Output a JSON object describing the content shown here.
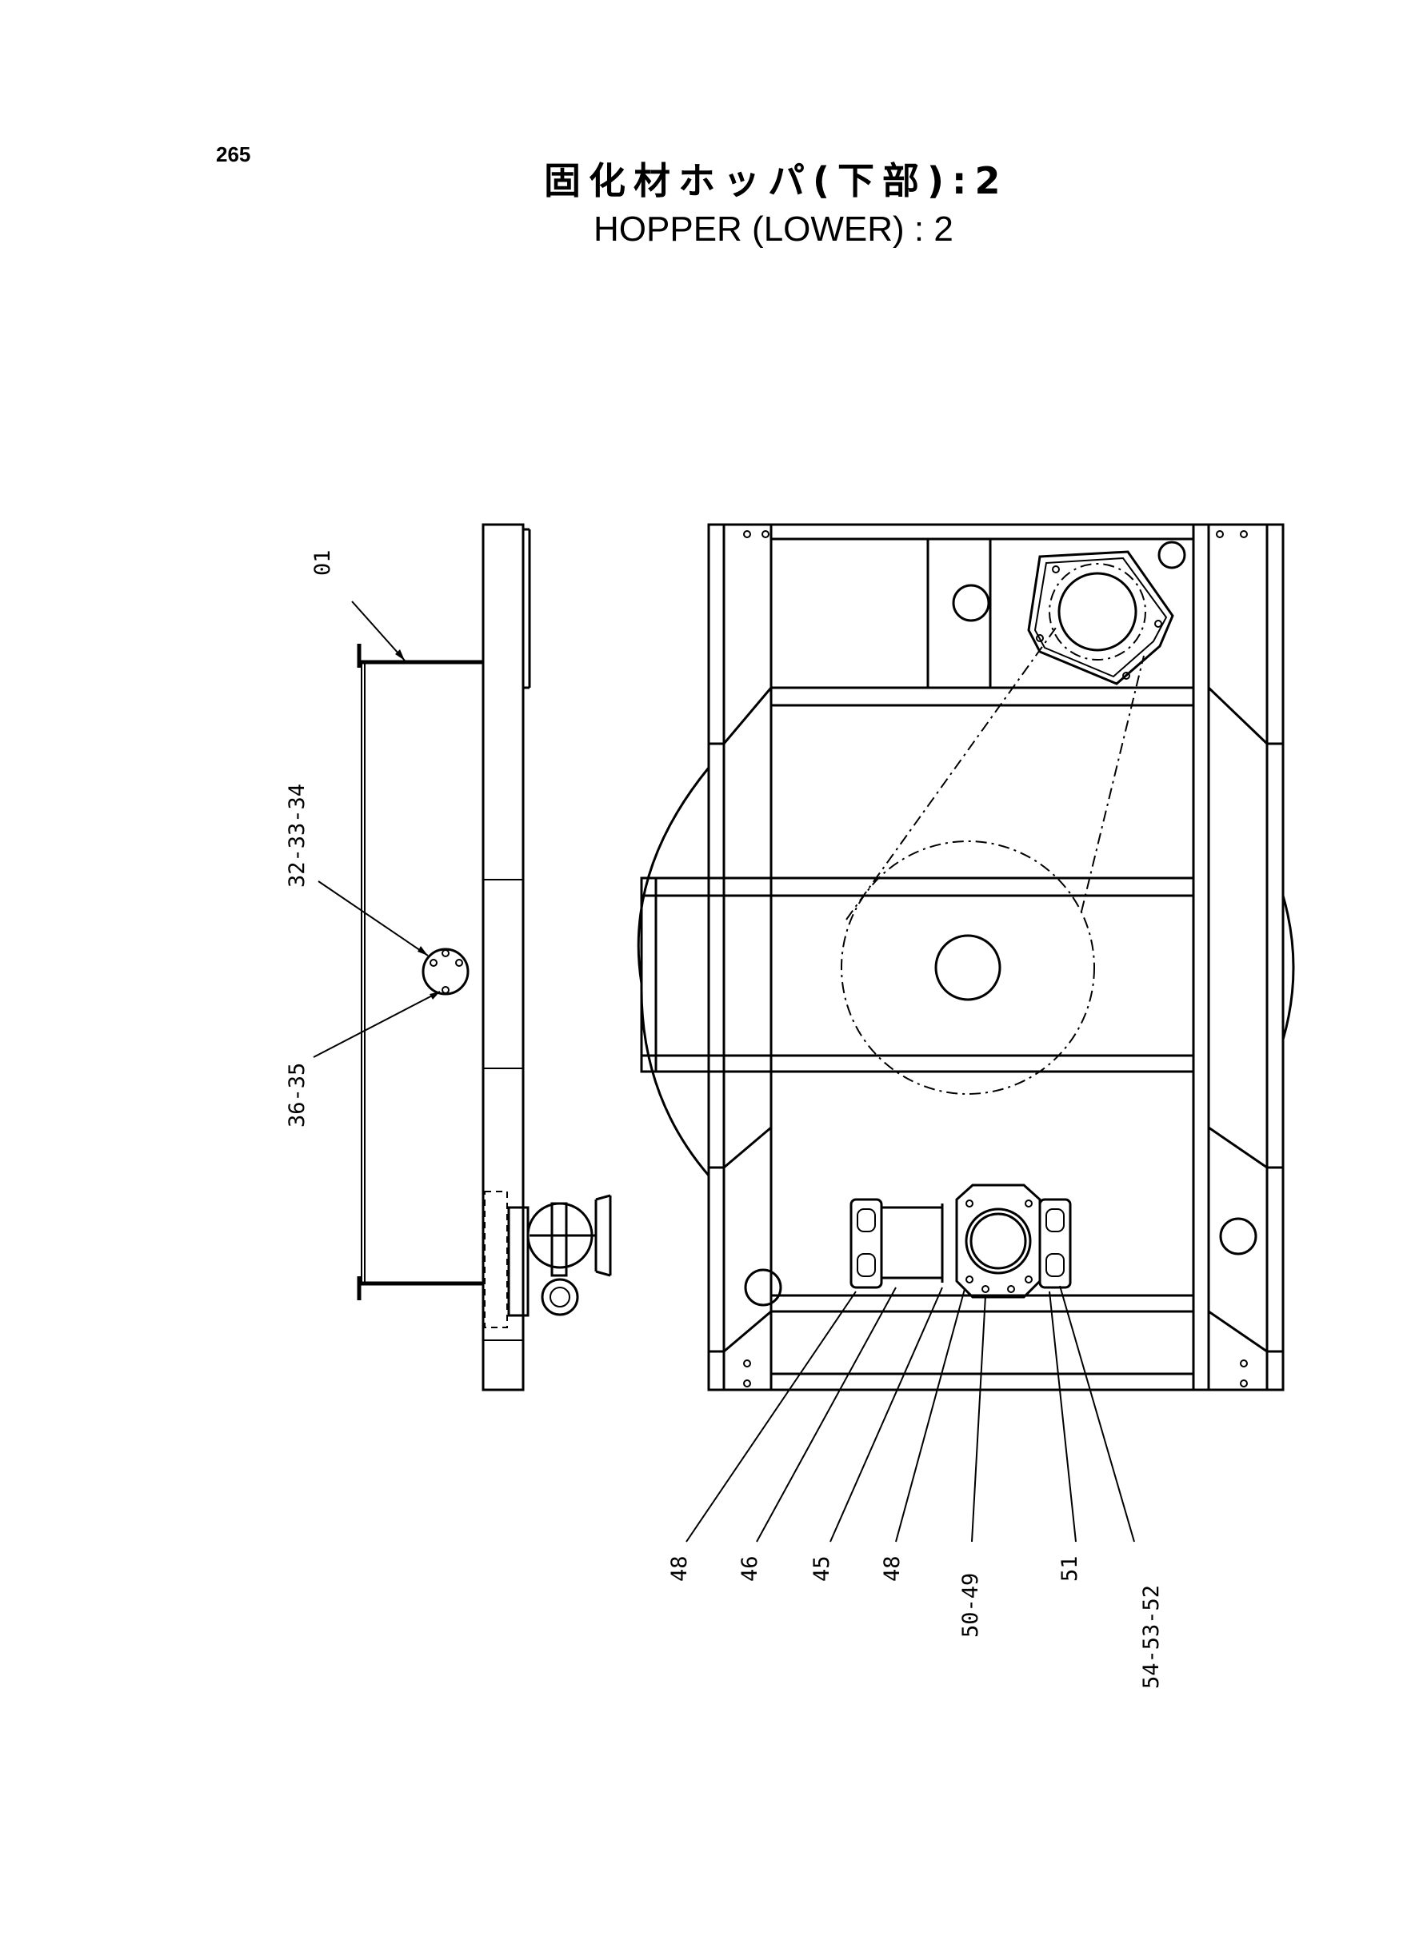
{
  "page_number": "265",
  "title_jp": "固化材ホッパ(下部):2",
  "title_en": "HOPPER (LOWER) : 2",
  "callouts": {
    "c01": "01",
    "c32_33_34": "32-33-34",
    "c36_35": "36-35",
    "c48a": "48",
    "c46": "46",
    "c45": "45",
    "c48b": "48",
    "c50_49": "50-49",
    "c51": "51",
    "c54_53_52": "54-53-52"
  }
}
